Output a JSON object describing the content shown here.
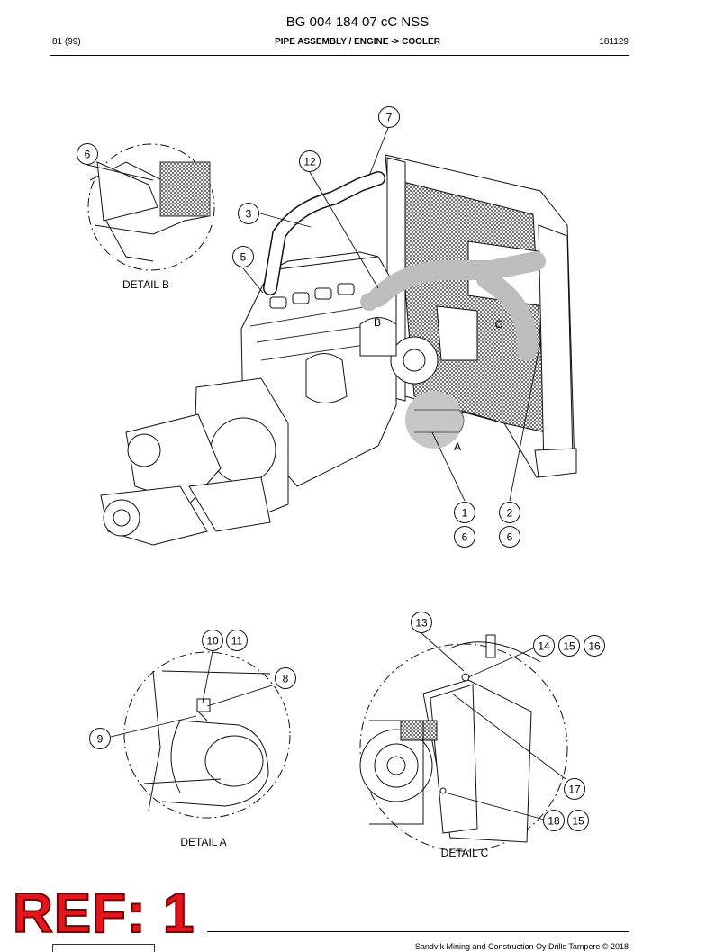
{
  "document": {
    "title": "BG 004 184 07 cC NSS",
    "page": "81 (99)",
    "section": "PIPE ASSEMBLY / ENGINE -> COOLER",
    "code": "181129"
  },
  "callouts": {
    "c1": "1",
    "c2": "2",
    "c3": "3",
    "c5": "5",
    "c6a": "6",
    "c6b": "6",
    "c6c": "6",
    "c7": "7",
    "c8": "8",
    "c9": "9",
    "c10": "10",
    "c11": "11",
    "c12": "12",
    "c13": "13",
    "c14": "14",
    "c15a": "15",
    "c15b": "15",
    "c16": "16",
    "c17": "17",
    "c18": "18"
  },
  "labels": {
    "detail_a": "DETAIL A",
    "detail_b": "DETAIL B",
    "detail_c": "DETAIL C",
    "marker_a": "A",
    "marker_b": "B",
    "marker_c": "C"
  },
  "stamp": {
    "text": "REF: 1",
    "color": "#e4151f"
  },
  "footer": {
    "copyright": "Sandvik Mining and Construction Oy Drills Tampere © 2018"
  }
}
